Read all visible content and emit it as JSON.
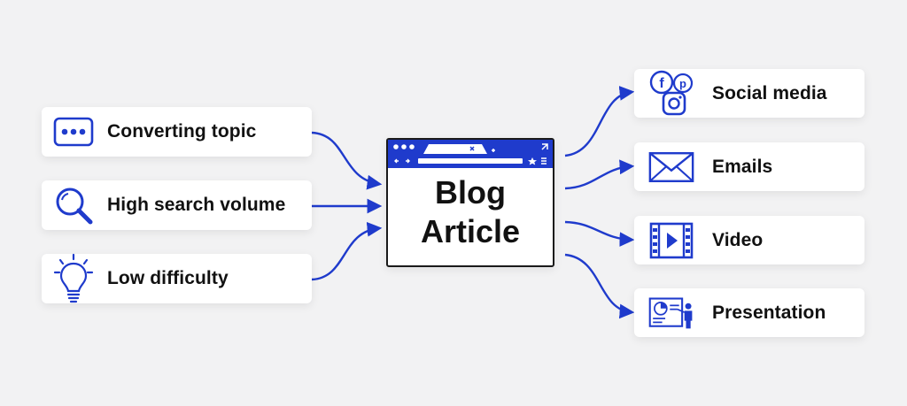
{
  "center": {
    "line1": "Blog",
    "line2": "Article"
  },
  "inputs": [
    {
      "label": "Converting topic",
      "icon": "chat-bubble-icon"
    },
    {
      "label": "High search volume",
      "icon": "magnifier-icon"
    },
    {
      "label": "Low difficulty",
      "icon": "lightbulb-icon"
    }
  ],
  "outputs": [
    {
      "label": "Social media",
      "icon": "social-media-icon"
    },
    {
      "label": "Emails",
      "icon": "envelope-icon"
    },
    {
      "label": "Video",
      "icon": "video-icon"
    },
    {
      "label": "Presentation",
      "icon": "presentation-icon"
    }
  ],
  "colors": {
    "accent": "#1f3bcc",
    "text": "#111111",
    "background": "#f2f2f3",
    "card": "#ffffff"
  }
}
